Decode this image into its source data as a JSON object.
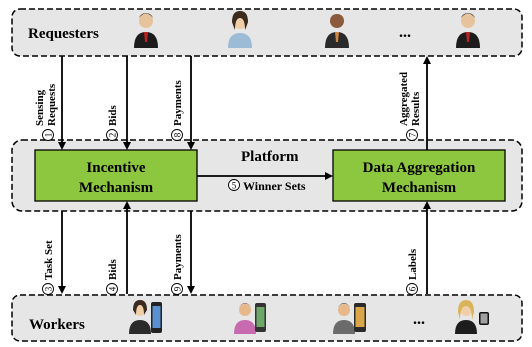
{
  "requesters": {
    "label": "Requesters",
    "ellipsis": "..."
  },
  "workers": {
    "label": "Workers",
    "ellipsis": "..."
  },
  "platform": {
    "label": "Platform",
    "incentive": [
      "Incentive",
      "Mechanism"
    ],
    "aggregation": [
      "Data Aggregation",
      "Mechanism"
    ]
  },
  "flows": {
    "sensing_requests": {
      "num": "1",
      "lines": [
        "Sensing",
        "Requests"
      ]
    },
    "bids_up": {
      "num": "2",
      "lines": [
        "Bids"
      ]
    },
    "payments_up": {
      "num": "8",
      "lines": [
        "Payments"
      ]
    },
    "aggregated_results": {
      "num": "7",
      "lines": [
        "Aggregated",
        "Results"
      ]
    },
    "task_set": {
      "num": "3",
      "lines": [
        "Task Set"
      ]
    },
    "bids_down": {
      "num": "4",
      "lines": [
        "Bids"
      ]
    },
    "payments_down": {
      "num": "9",
      "lines": [
        "Payments"
      ]
    },
    "labels": {
      "num": "6",
      "lines": [
        "Labels"
      ]
    },
    "winner_sets": {
      "num": "5",
      "text": "Winner Sets"
    }
  },
  "colors": {
    "panel_fill": "#e6e6e6",
    "box_green": "#8dc63f",
    "box_border": "#000000"
  },
  "icons": {
    "requesters": [
      "businessman-icon",
      "woman-icon",
      "man-icon",
      "businessman-icon"
    ],
    "workers": [
      "woman-with-phone-icon",
      "man-with-phone-icon",
      "man-with-phone-icon",
      "woman-with-smartwatch-icon"
    ]
  }
}
